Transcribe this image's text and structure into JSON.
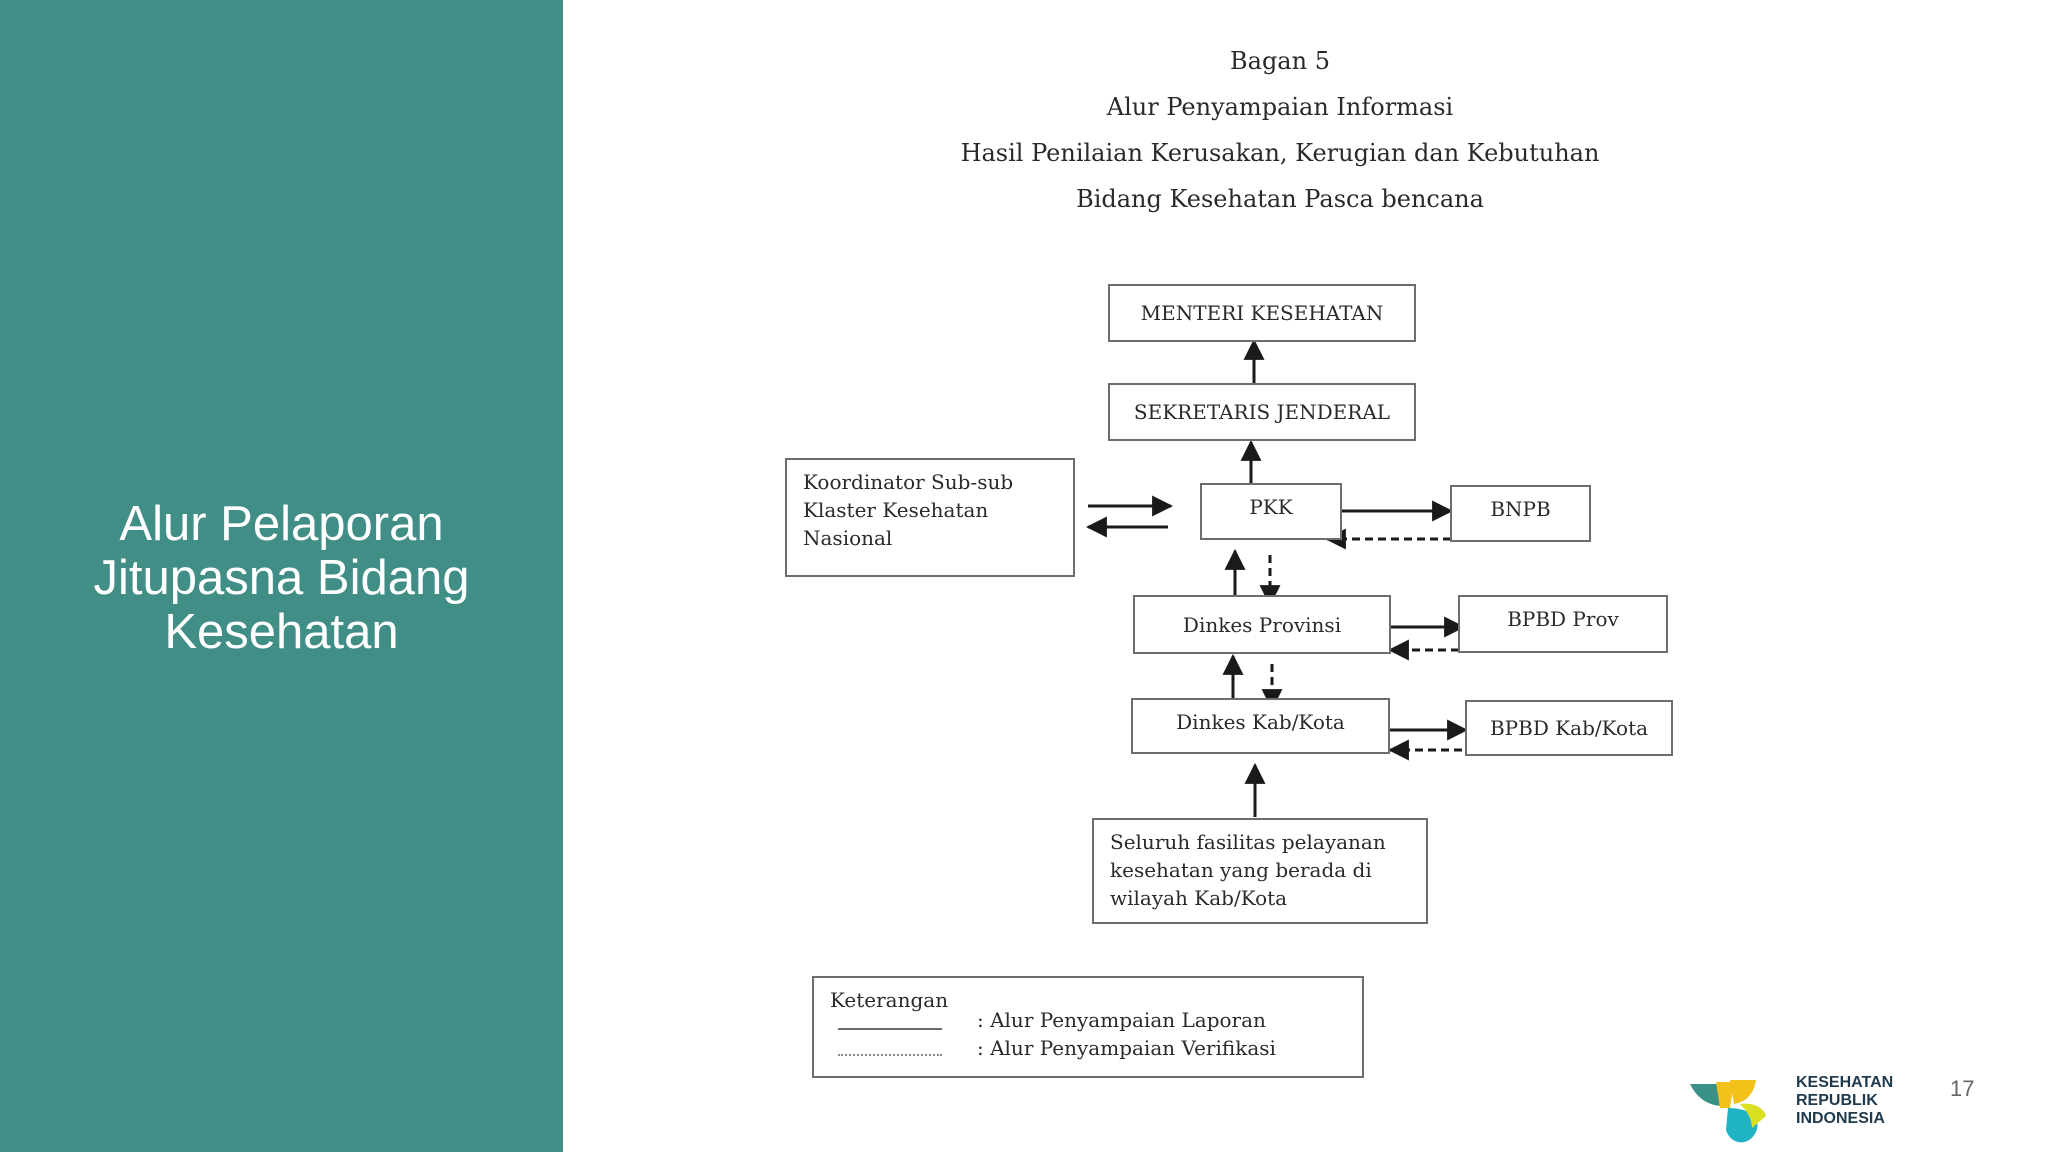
{
  "sidebar": {
    "title_line1": "Alur Pelaporan",
    "title_line2": "Jitupasna Bidang",
    "title_line3": "Kesehatan",
    "bg_color": "#418e86"
  },
  "diagram": {
    "title_lines": [
      "Bagan 5",
      "Alur Penyampaian Informasi",
      "Hasil Penilaian Kerusakan, Kerugian dan Kebutuhan",
      "Bidang Kesehatan Pasca bencana"
    ],
    "nodes": {
      "menteri": "MENTERI KESEHATAN",
      "sekjen": "SEKRETARIS JENDERAL",
      "koordinator_line1": "Koordinator Sub-sub",
      "koordinator_line2": "Klaster Kesehatan",
      "koordinator_line3": "Nasional",
      "pkk": "PKK",
      "bnpb": "BNPB",
      "dinkes_prov": "Dinkes Provinsi",
      "bpbd_prov": "BPBD Prov",
      "dinkes_kab": "Dinkes Kab/Kota",
      "bpbd_kab": "BPBD Kab/Kota",
      "fasilitas_line1": "Seluruh fasilitas pelayanan",
      "fasilitas_line2": "kesehatan yang berada di",
      "fasilitas_line3": "wilayah Kab/Kota"
    },
    "legend": {
      "title": "Keterangan",
      "solid_label": ": Alur Penyampaian Laporan",
      "dashed_label": ": Alur Penyampaian Verifikasi"
    }
  },
  "footer": {
    "page_number": "17",
    "logo_line1": "KESEHATAN",
    "logo_line2": "REPUBLIK",
    "logo_line3": "INDONESIA"
  }
}
